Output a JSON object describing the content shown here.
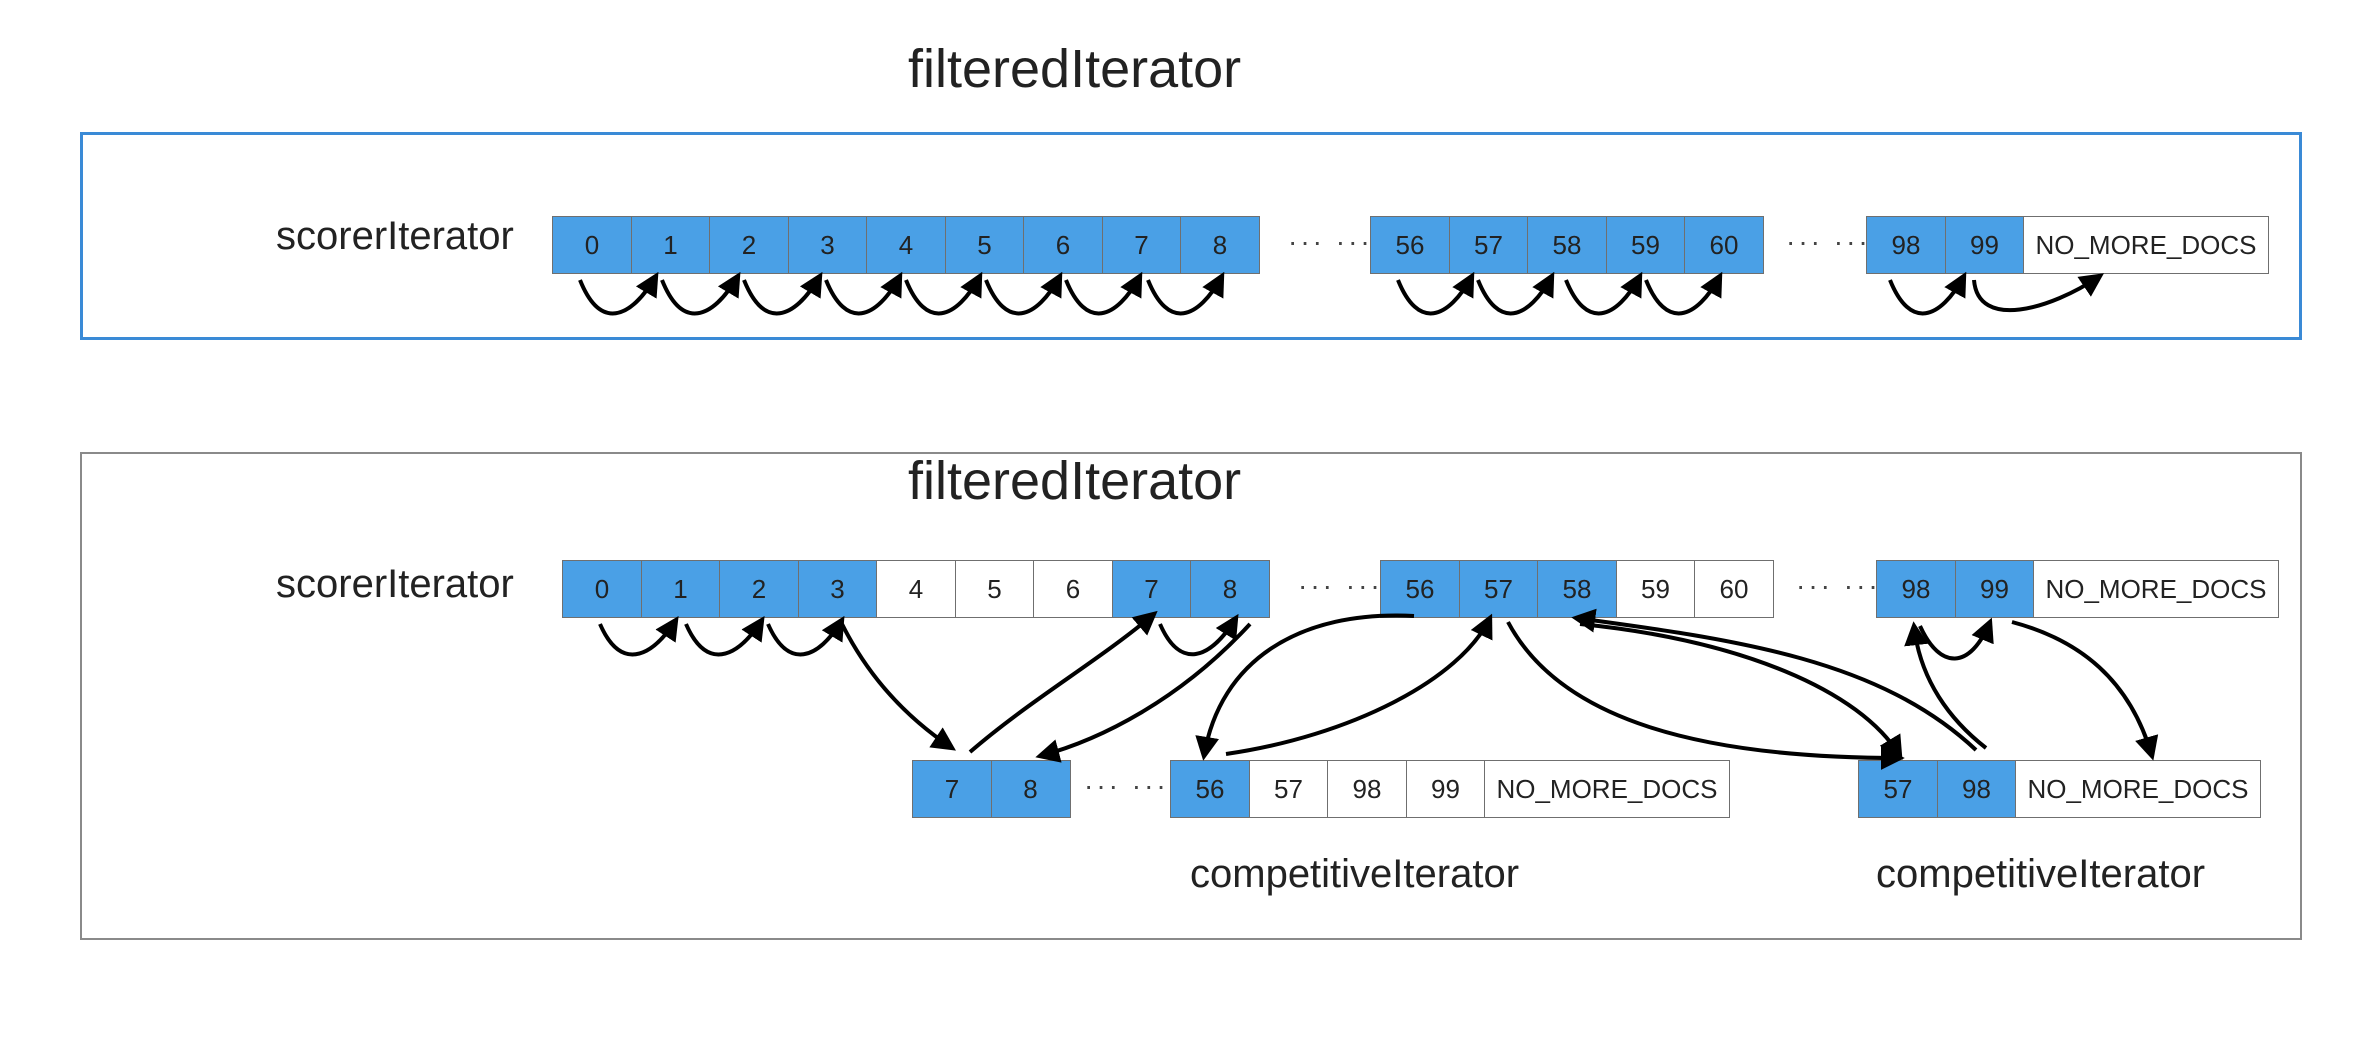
{
  "top_panel": {
    "title": "filteredIterator",
    "row_label": "scorerIterator",
    "groups": [
      [
        {
          "t": "0",
          "on": true
        },
        {
          "t": "1",
          "on": true
        },
        {
          "t": "2",
          "on": true
        },
        {
          "t": "3",
          "on": true
        },
        {
          "t": "4",
          "on": true
        },
        {
          "t": "5",
          "on": true
        },
        {
          "t": "6",
          "on": true
        },
        {
          "t": "7",
          "on": true
        },
        {
          "t": "8",
          "on": true
        }
      ],
      [
        {
          "t": "56",
          "on": true
        },
        {
          "t": "57",
          "on": true
        },
        {
          "t": "58",
          "on": true
        },
        {
          "t": "59",
          "on": true
        },
        {
          "t": "60",
          "on": true
        }
      ],
      [
        {
          "t": "98",
          "on": true
        },
        {
          "t": "99",
          "on": true
        },
        {
          "t": "NO_MORE_DOCS",
          "on": false
        }
      ]
    ],
    "ellipsis": "··· ···"
  },
  "bottom_panel": {
    "title": "filteredIterator",
    "row_label": "scorerIterator",
    "groups": [
      [
        {
          "t": "0",
          "on": true
        },
        {
          "t": "1",
          "on": true
        },
        {
          "t": "2",
          "on": true
        },
        {
          "t": "3",
          "on": true
        },
        {
          "t": "4",
          "on": false
        },
        {
          "t": "5",
          "on": false
        },
        {
          "t": "6",
          "on": false
        },
        {
          "t": "7",
          "on": true
        },
        {
          "t": "8",
          "on": true
        }
      ],
      [
        {
          "t": "56",
          "on": true
        },
        {
          "t": "57",
          "on": true
        },
        {
          "t": "58",
          "on": true
        },
        {
          "t": "59",
          "on": false
        },
        {
          "t": "60",
          "on": false
        }
      ],
      [
        {
          "t": "98",
          "on": true
        },
        {
          "t": "99",
          "on": true
        },
        {
          "t": "NO_MORE_DOCS",
          "on": false
        }
      ]
    ],
    "ellipsis": "··· ···",
    "competitive_left": {
      "label": "competitiveIterator",
      "group_a": [
        {
          "t": "7",
          "on": true
        },
        {
          "t": "8",
          "on": true
        }
      ],
      "group_b": [
        {
          "t": "56",
          "on": true
        },
        {
          "t": "57",
          "on": false
        },
        {
          "t": "98",
          "on": false
        },
        {
          "t": "99",
          "on": false
        },
        {
          "t": "NO_MORE_DOCS",
          "on": false
        }
      ]
    },
    "competitive_right": {
      "label": "competitiveIterator",
      "group": [
        {
          "t": "57",
          "on": true
        },
        {
          "t": "98",
          "on": true
        },
        {
          "t": "NO_MORE_DOCS",
          "on": false
        }
      ]
    }
  },
  "colors": {
    "cell_active": "#4aa0e6",
    "top_frame": "#3a8ad6",
    "bottom_frame": "#8a8a8a"
  }
}
